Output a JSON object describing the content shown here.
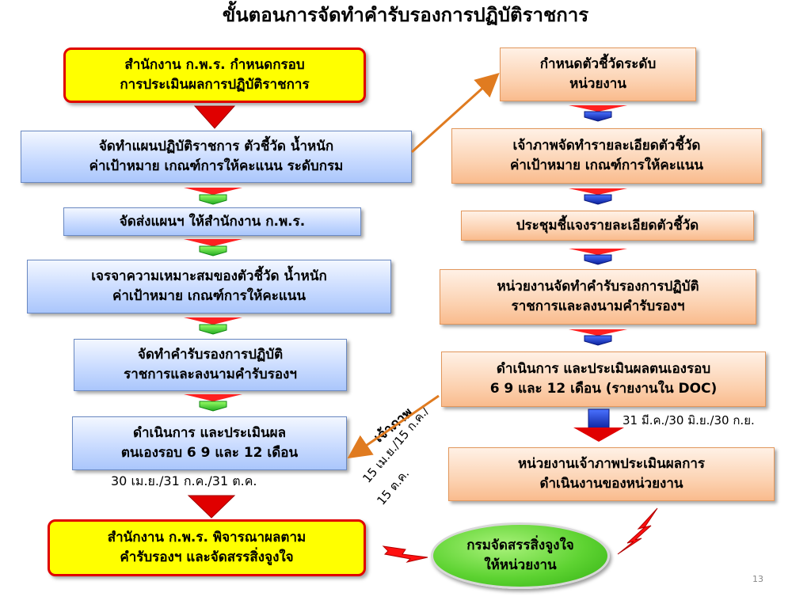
{
  "title": "ขั้นตอนการจัดทำคำรับรองการปฏิบัติราชการ",
  "left": {
    "s1": [
      "สำนักงาน ก.พ.ร. กำหนดกรอบ",
      "การประเมินผลการปฏิบัติราชการ"
    ],
    "s2": [
      "จัดทำแผนปฏิบัติราชการ ตัวชี้วัด น้ำหนัก",
      "ค่าเป้าหมาย เกณฑ์การให้คะแนน ระดับกรม"
    ],
    "s3": [
      "จัดส่งแผนฯ ให้สำนักงาน ก.พ.ร."
    ],
    "s4": [
      "เจรจาความเหมาะสมของตัวชี้วัด น้ำหนัก",
      "ค่าเป้าหมาย เกณฑ์การให้คะแนน"
    ],
    "s5": [
      "จัดทำคำรับรองการปฏิบัติ",
      "ราชการและลงนามคำรับรองฯ"
    ],
    "s6": [
      "ดำเนินการ และประเมินผล",
      "ตนเองรอบ 6 9 และ 12 เดือน"
    ],
    "s6_date": "30 เม.ย./31 ก.ค./31 ต.ค.",
    "s7": [
      "สำนักงาน ก.พ.ร. พิจารณาผลตาม",
      "คำรับรองฯ และจัดสรรสิ่งจูงใจ"
    ]
  },
  "right": {
    "s1": [
      "กำหนดตัวชี้วัดระดับ",
      "หน่วยงาน"
    ],
    "s2": [
      "เจ้าภาพจัดทำรายละเอียดตัวชี้วัด",
      "ค่าเป้าหมาย เกณฑ์การให้คะแนน"
    ],
    "s3": [
      "ประชุมชี้แจงรายละเอียดตัวชี้วัด"
    ],
    "s4": [
      "หน่วยงานจัดทำคำรับรองการปฏิบัติ",
      "ราชการและลงนามคำรับรองฯ"
    ],
    "s5": [
      "ดำเนินการ และประเมินผลตนเองรอบ",
      "6 9 และ 12 เดือน (รายงานใน DOC)"
    ],
    "s5_date": "31 มี.ค./30 มิ.ย./30 ก.ย.",
    "s6": [
      "หน่วยงานเจ้าภาพประเมินผลการ",
      "ดำเนินงานของหน่วยงาน"
    ]
  },
  "oval": [
    "กรมจัดสรรสิ่งจูงใจ",
    "ให้หน่วยงาน"
  ],
  "diag": {
    "host": "เจ้าภาพ",
    "date1": "15 เม.ย./15 ก.ค./",
    "date2": "15 ต.ค."
  },
  "page_number": "13",
  "colors": {
    "yellow_box": "#ffff00",
    "red_border": "#e00000",
    "blue_box": "#c9dbff",
    "orange_box": "#fcd3b3",
    "green_oval": "#5ed332",
    "connector_orange": "#e07b20",
    "arrow_red": "#e00000",
    "arrow_green": "#33cc33",
    "arrow_blue": "#1b3fd0"
  }
}
